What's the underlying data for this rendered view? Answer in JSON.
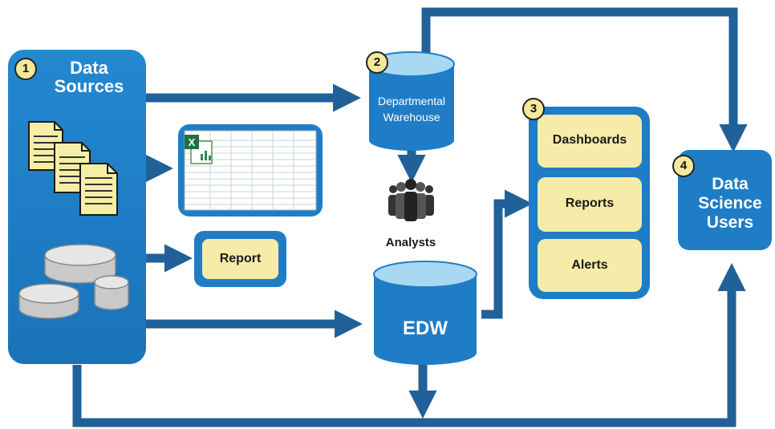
{
  "diagram": {
    "data_sources": {
      "badge": "1",
      "title_line1": "Data",
      "title_line2": "Sources"
    },
    "departmental_warehouse": {
      "badge": "2",
      "line1": "Departmental",
      "line2": "Warehouse"
    },
    "outputs": {
      "badge": "3",
      "items": [
        "Dashboards",
        "Reports",
        "Alerts"
      ]
    },
    "data_science_users": {
      "badge": "4",
      "line1": "Data",
      "line2": "Science",
      "line3": "Users"
    },
    "report_label": "Report",
    "analysts_label": "Analysts",
    "edw_label": "EDW"
  },
  "colors": {
    "primary_blue": "#1f7dc6",
    "arrow_blue": "#21619a",
    "light_blue": "#a9d8f2",
    "pale_yellow": "#f6eba8",
    "badge_yellow": "#f6e89a"
  },
  "icons": [
    "document-icon",
    "spreadsheet-icon",
    "database-icon",
    "people-icon"
  ]
}
